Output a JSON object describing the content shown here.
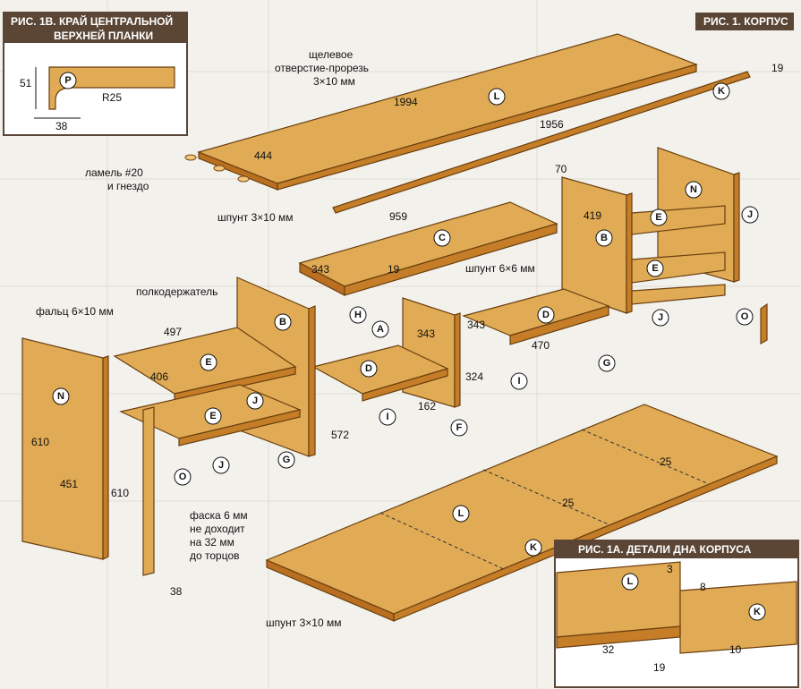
{
  "titles": {
    "fig1b_line1": "РИС. 1B. КРАЙ ЦЕНТРАЛЬНОЙ",
    "fig1b_line2": "ВЕРХНЕЙ ПЛАНКИ",
    "fig1": "РИС. 1. КОРПУС",
    "fig1a": "РИС. 1А. ДЕТАЛИ ДНА КОРПУСА"
  },
  "labels": {
    "slot_line1": "щелевое",
    "slot_line2": "отверстие-прорезь",
    "slot_line3": "3×10 мм",
    "lamel_line1": "ламель #20",
    "lamel_line2": "и гнездо",
    "spline_top": "шпунт 3×10 мм",
    "spline_mid": "шпунт 6×6 мм",
    "shelf_support": "полкодержатель",
    "rabbet": "фальц 6×10 мм",
    "chamfer_line1": "фаска 6 мм",
    "chamfer_line2": "не доходит",
    "chamfer_line3": "на 32 мм",
    "chamfer_line4": "до торцов",
    "spline_bottom": "шпунт 3×10 мм"
  },
  "dims": {
    "d51": "51",
    "d38a": "38",
    "r25": "R25",
    "d1994": "1994",
    "d19a": "19",
    "d1956": "1956",
    "d444": "444",
    "d959": "959",
    "d70": "70",
    "d419": "419",
    "d343a": "343",
    "d19b": "19",
    "d343b": "343",
    "d343c": "343",
    "d470": "470",
    "d497": "497",
    "d406": "406",
    "d324": "324",
    "d162": "162",
    "d572": "572",
    "d610a": "610",
    "d451": "451",
    "d610b": "610",
    "d38b": "38",
    "d25a": "25",
    "d25b": "25",
    "d3": "3",
    "d8": "8",
    "d32": "32",
    "d19c": "19",
    "d10": "10"
  },
  "parts": {
    "P": "P",
    "L": "L",
    "K": "K",
    "C": "C",
    "B": "B",
    "N": "N",
    "E": "E",
    "J": "J",
    "H": "H",
    "A": "A",
    "D": "D",
    "F": "F",
    "I": "I",
    "G": "G",
    "O": "O"
  }
}
